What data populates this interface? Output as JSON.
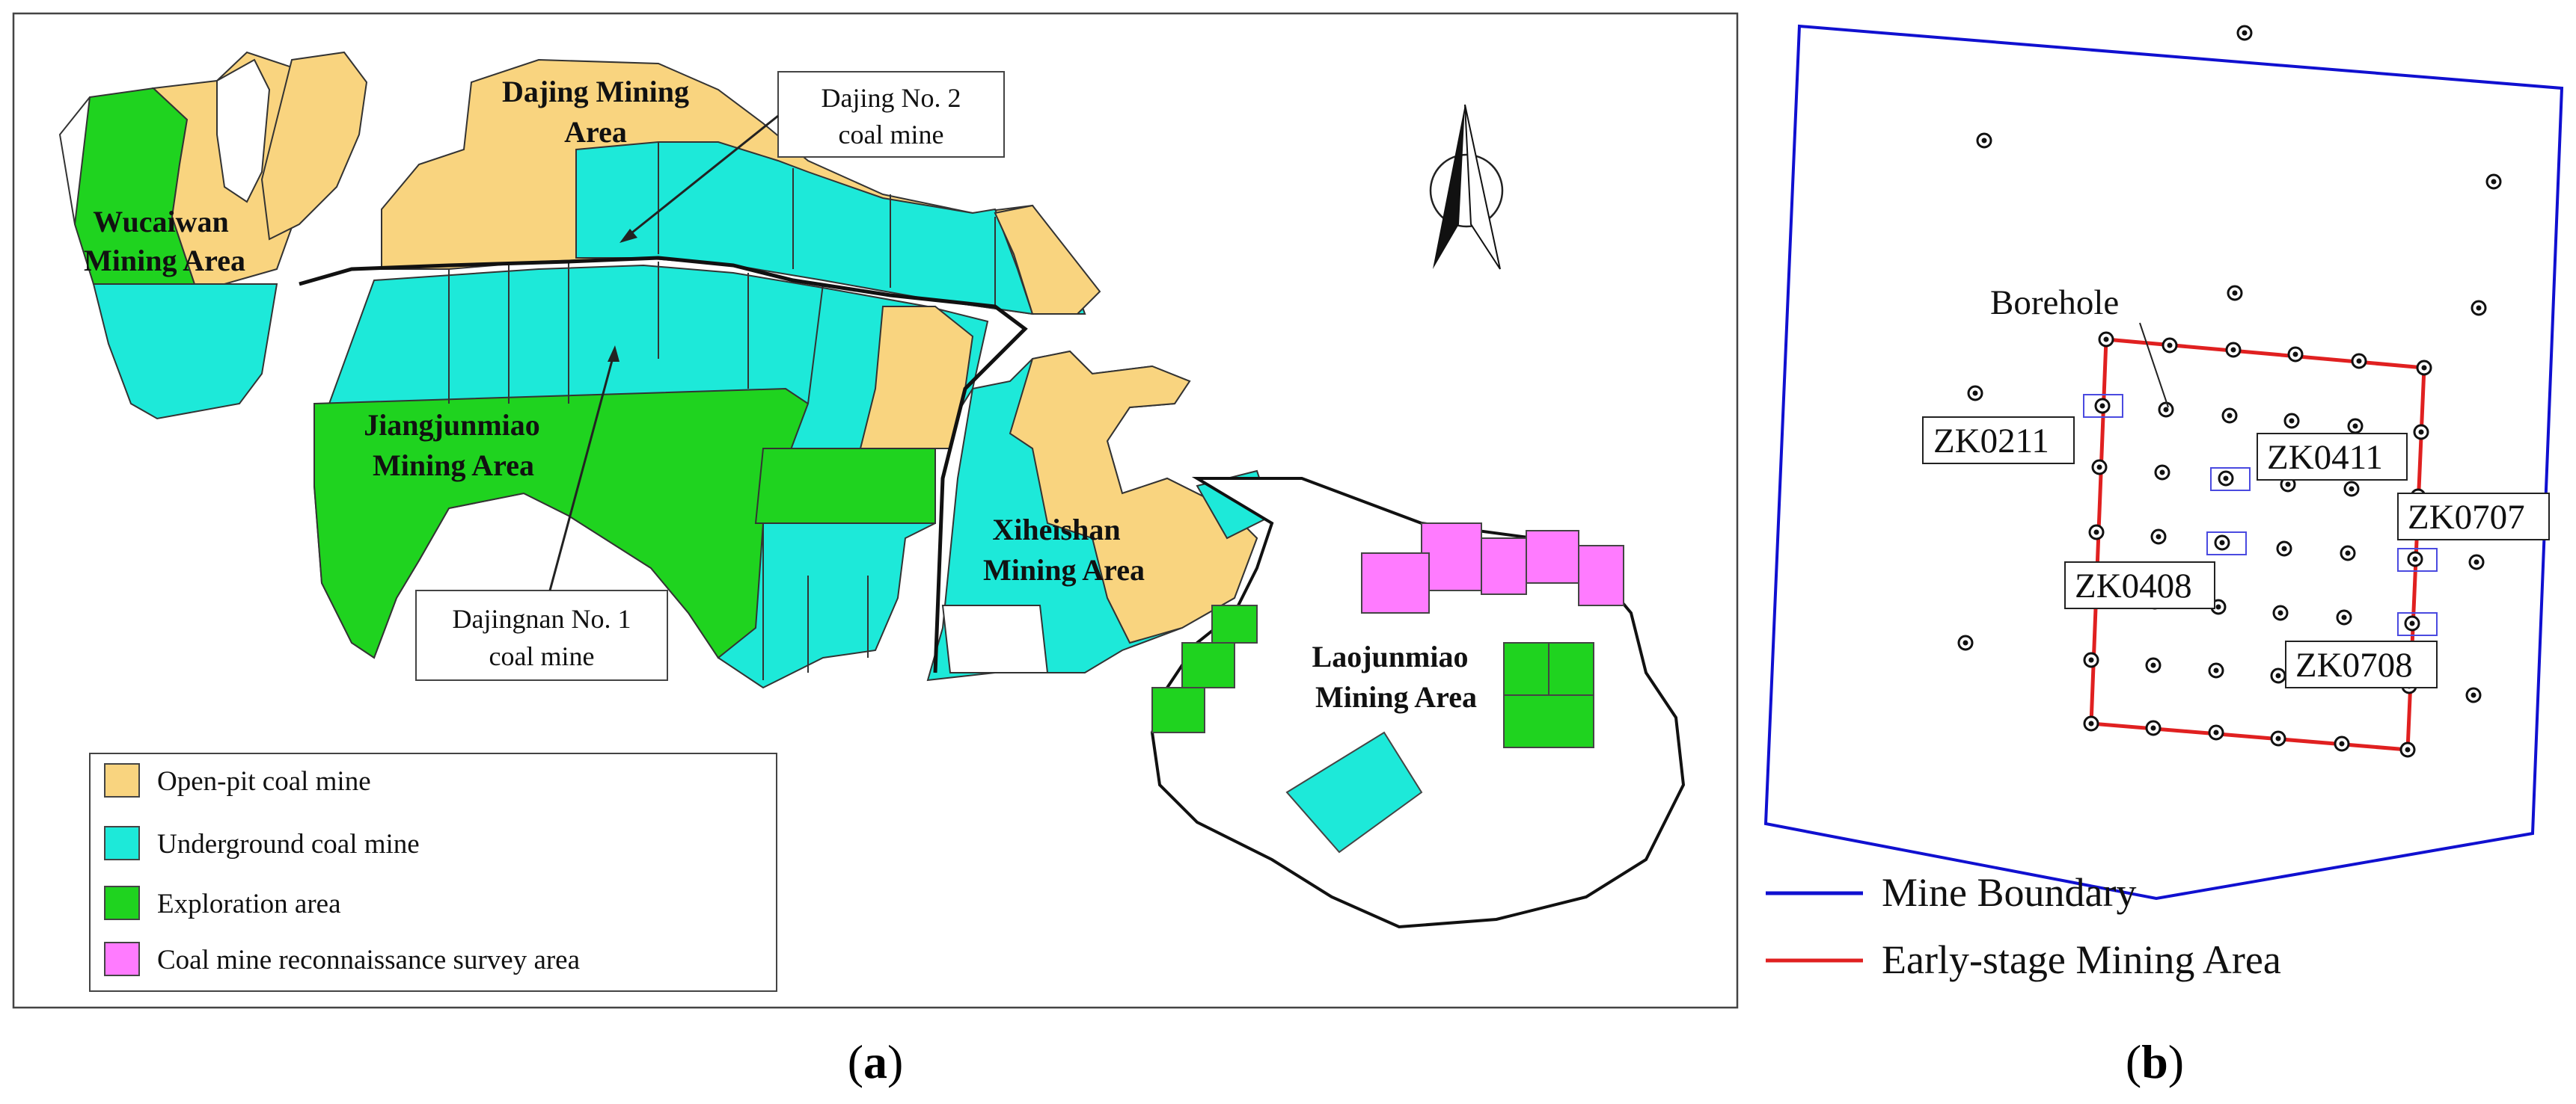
{
  "panel_a": {
    "caption_letter": "a",
    "areas": {
      "wucaiwan": [
        "Wucaiwan",
        "Mining Area"
      ],
      "dajing": [
        "Dajing Mining",
        "Area"
      ],
      "jiangjunmiao": [
        "Jiangjunmiao",
        "Mining Area"
      ],
      "xiheishan": [
        "Xiheishan",
        "Mining Area"
      ],
      "laojunmiao": [
        "Laojunmiao",
        "Mining Area"
      ]
    },
    "callouts": {
      "dajing_no2": [
        "Dajing No. 2",
        "coal mine"
      ],
      "dajingnan_no1": [
        "Dajingnan No. 1",
        "coal mine"
      ]
    },
    "legend": [
      {
        "label": "Open-pit coal mine",
        "color": "#f9d47f"
      },
      {
        "label": "Underground coal mine",
        "color": "#1de9d9"
      },
      {
        "label": "Exploration area",
        "color": "#1fd31f"
      },
      {
        "label": "Coal mine reconnaissance survey area",
        "color": "#ff7bff"
      }
    ],
    "icons": [
      "north-arrow-icon"
    ]
  },
  "panel_b": {
    "caption_letter": "b",
    "borehole_label": "Borehole",
    "labeled_boreholes": [
      "ZK0211",
      "ZK0411",
      "ZK0707",
      "ZK0408",
      "ZK0708"
    ],
    "legend": [
      {
        "label": "Mine Boundary",
        "color": "#1010d0"
      },
      {
        "label": "Early-stage Mining Area",
        "color": "#e02020"
      }
    ]
  }
}
